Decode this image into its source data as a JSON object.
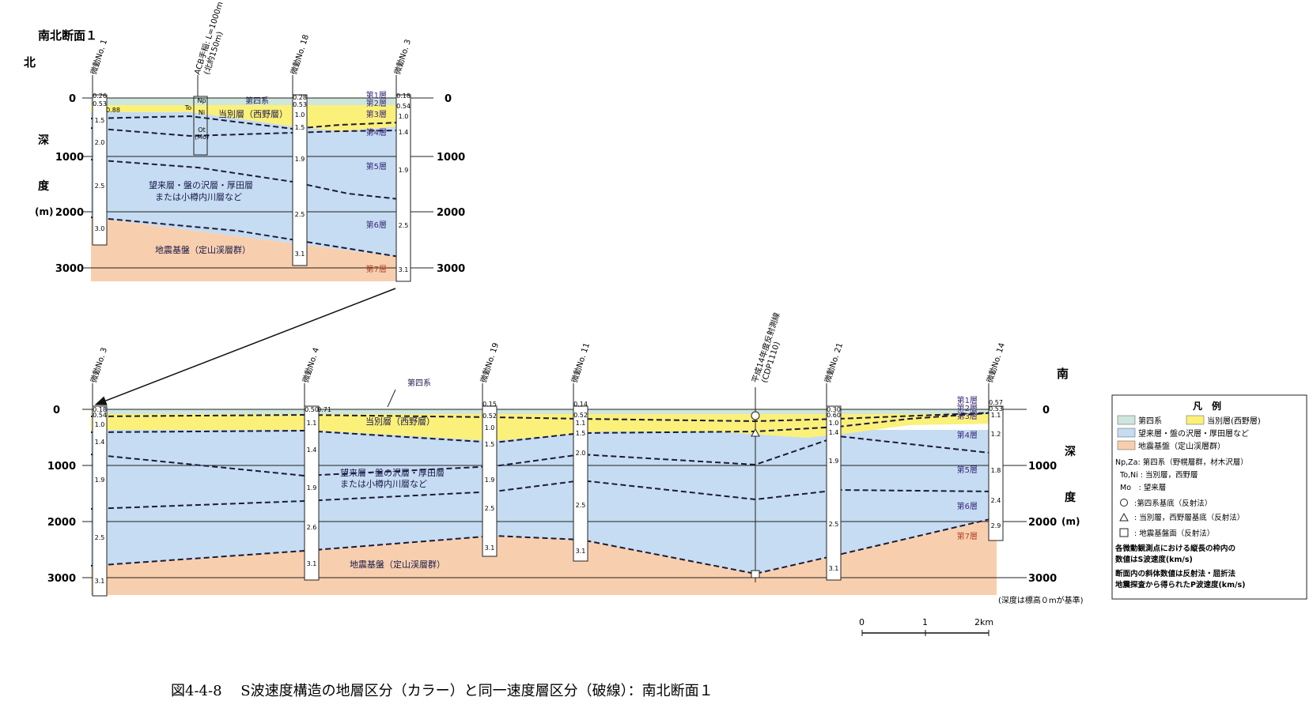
{
  "heading": "南北断面１",
  "caption": "図4-4-8　 S波速度構造の地層区分（カラー）と同一速度層区分（破線）：南北断面１",
  "colors": {
    "quaternary": "#cfe6dc",
    "tobetsu": "#fbf07a",
    "mochikuru": "#c5dcf2",
    "basement": "#f8cfae",
    "dashed": "#1b1b3a",
    "layer_label": "#3a2a7a",
    "layer7_label": "#b0432c"
  },
  "upper": {
    "north_label": "北",
    "depth_label": [
      "深",
      "度",
      "(m)"
    ],
    "ticks": [
      "0",
      "1000",
      "2000",
      "3000"
    ],
    "stations": [
      "微動No. 1",
      "ACB手稲: L=1000m",
      "(北約150m)",
      "微動No. 18",
      "微動No. 3"
    ],
    "layer_labels": [
      "第1層",
      "第2層",
      "第3層",
      "第4層",
      "第5層",
      "第6層",
      "第7層"
    ],
    "unit_labels": {
      "quaternary": "第四系",
      "tobetsu": "当別層（西野層）",
      "mochikuru_1": "望来層・盤の沢層・厚田層",
      "mochikuru_2": "または小樽内川層など",
      "basement": "地震基盤（定山渓層群）"
    },
    "well_labels": [
      "Np",
      "Ni",
      "Ot",
      "(Mo)",
      "To"
    ],
    "no1_vs": [
      "0.26",
      "0.53",
      "0.88",
      "1.5",
      "2.0",
      "2.5",
      "3.0"
    ],
    "no18_vs": [
      "0.28",
      "0.53",
      "1.0",
      "1.5",
      "1.9",
      "2.5",
      "3.1"
    ],
    "no3_vs": [
      "0.18",
      "0.54",
      "1.0",
      "1.4",
      "1.9",
      "2.5",
      "3.1"
    ]
  },
  "lower": {
    "south_label": "南",
    "depth_label": [
      "深",
      "度",
      "(m)"
    ],
    "ticks": [
      "0",
      "1000",
      "2000",
      "3000"
    ],
    "stations": [
      "微動No. 3",
      "微動No. 4",
      "微動No. 19",
      "微動No. 11",
      "平成14年度反射測線",
      "(CDP1110)",
      "微動No. 21",
      "微動No. 14"
    ],
    "layer_labels": [
      "第1層",
      "第2層",
      "第3層",
      "第4層",
      "第5層",
      "第6層",
      "第7層"
    ],
    "unit_labels": {
      "quaternary": "第四系",
      "tobetsu": "当別層（西野層）",
      "mochikuru_1": "望来層・盤の沢層・厚田層",
      "mochikuru_2": "または小樽内川層など",
      "basement": "地震基盤（定山渓層群）"
    },
    "no3_vs": [
      "0.18",
      "0.54",
      "1.0",
      "1.4",
      "1.9",
      "2.5",
      "3.1"
    ],
    "no4_vs": [
      "0.50",
      "0.71",
      "1.1",
      "1.4",
      "1.9",
      "2.6",
      "3.1"
    ],
    "no19_vs": [
      "0.15",
      "0.52",
      "1.0",
      "1.5",
      "1.9",
      "2.5",
      "3.1"
    ],
    "no11_vs": [
      "0.14",
      "0.52",
      "1.1",
      "1.5",
      "2.0",
      "2.5",
      "3.1"
    ],
    "no21_vs": [
      "0.30",
      "0.60",
      "1.0",
      "1.4",
      "1.9",
      "2.5",
      "3.1"
    ],
    "no14_vs": [
      "0.57",
      "0.53",
      "1.1",
      "1.2",
      "1.8",
      "2.4",
      "2.9"
    ],
    "depth_note": "(深度は標高０mが基準)",
    "scale": [
      "0",
      "1",
      "2km"
    ]
  },
  "legend": {
    "title": "凡　例",
    "swatches": [
      "第四系",
      "当別層(西野層)",
      "望来層・盤の沢層・厚田層など",
      "地震基盤（定山渓層群）"
    ],
    "abbreviations": [
      "Np,Za: 第四系（野幌層群，材木沢層）",
      "To,Ni : 当別層，西野層",
      "Mo　: 望来層"
    ],
    "symbols": [
      ":第四系基底（反射法）",
      ": 当別層，西野層基底（反射法）",
      ": 地震基盤面（反射法）"
    ],
    "notes": [
      "各微動観測点における縦長の枠内の",
      "数値はS波速度(km/s)",
      "断面内の斜体数値は反射法・屈折法",
      "地震探査から得られたP波速度(km/s)"
    ]
  }
}
